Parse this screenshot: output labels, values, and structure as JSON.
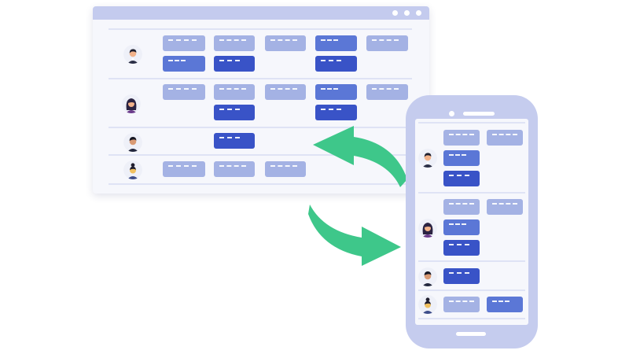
{
  "colors": {
    "window_frame": "#c4cbee",
    "background": "#f6f7fc",
    "divider": "#dfe3f5",
    "chip_light": "#a4b2e4",
    "chip_medium": "#5b77d6",
    "chip_dark": "#3953c7",
    "sync_arrow": "#3ec78a"
  },
  "icons": {
    "window_controls": [
      "window-dot-icon",
      "window-dot-icon",
      "window-dot-icon"
    ],
    "sync": [
      "sync-arrow-left-icon",
      "sync-arrow-right-icon"
    ],
    "phone": [
      "phone-camera-icon",
      "phone-speaker-icon",
      "phone-home-button-icon"
    ]
  },
  "desktop_schedule": {
    "rows": [
      {
        "employee_avatar": "man-short-hair",
        "shifts": [
          [
            "light",
            "light"
          ],
          [
            "light",
            "dark"
          ],
          [
            "light"
          ],
          [
            "mid",
            "mid"
          ],
          [
            "light"
          ]
        ]
      },
      {
        "employee_avatar": "woman-long-hair",
        "shifts": [
          [
            "light"
          ],
          [
            "light",
            "dark"
          ],
          [
            "light"
          ],
          [
            "mid",
            "dark"
          ],
          [
            "light"
          ]
        ]
      },
      {
        "employee_avatar": "man-dark-hair",
        "shifts": [
          [],
          [
            "dark"
          ],
          [],
          [],
          []
        ]
      },
      {
        "employee_avatar": "woman-bun-hair",
        "shifts": [
          [
            "light"
          ],
          [
            "light"
          ],
          [
            "light"
          ],
          [],
          []
        ]
      }
    ]
  },
  "mobile_schedule": {
    "rows": [
      {
        "employee_avatar": "man-short-hair",
        "shifts": [
          [
            "light",
            "mid",
            "dark"
          ],
          [
            "light"
          ]
        ]
      },
      {
        "employee_avatar": "woman-long-hair",
        "shifts": [
          [
            "light",
            "mid",
            "dark"
          ],
          [
            "light"
          ]
        ]
      },
      {
        "employee_avatar": "man-dark-hair",
        "shifts": [
          [
            "dark"
          ],
          []
        ]
      },
      {
        "employee_avatar": "woman-bun-hair",
        "shifts": [
          [
            "light"
          ],
          [
            "mid"
          ]
        ]
      }
    ]
  }
}
